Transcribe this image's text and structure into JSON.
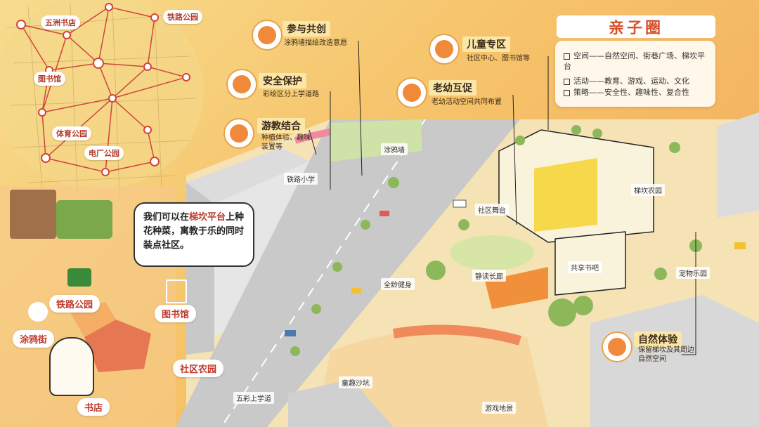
{
  "map": {
    "labels": [
      "五洲书店",
      "铁路公园",
      "图书馆",
      "体育公园",
      "电厂公园"
    ]
  },
  "info_box": {
    "title": "亲子圈",
    "lines": [
      "空间——自然空间、街巷广场、梯坎平台",
      "活动——教育、游戏、运动、文化",
      "策略——安全性、趣味性、复合性"
    ]
  },
  "callouts": [
    {
      "title": "参与共创",
      "desc": "涂鸦墙描绘改造意愿",
      "icon": "people-icon"
    },
    {
      "title": "安全保护",
      "desc": "彩绘区分上学道路",
      "icon": "backpack-icon"
    },
    {
      "title": "游教结合",
      "desc": "种植体验、趣味装置等",
      "icon": "abacus-icon"
    },
    {
      "title": "儿童专区",
      "desc": "社区中心、图书馆等",
      "icon": "child-face-icon"
    },
    {
      "title": "老幼互促",
      "desc": "老幼活动空间共同布置",
      "icon": "elder-child-icon"
    },
    {
      "title": "自然体验",
      "desc": "保留梯坎及其周边自然空间",
      "icon": "flower-icon"
    }
  ],
  "plan_labels": [
    "涂鸦墙",
    "铁路小学",
    "社区舞台",
    "梯坎农园",
    "共享书吧",
    "宠物乐园",
    "全龄健身",
    "静读长廊",
    "童趣沙坑",
    "五彩上学道",
    "游戏地景"
  ],
  "speech": {
    "prefix": "我们可以在",
    "highlight": "梯坎平台",
    "rest": "上种花种菜，寓教于乐的同时装点社区。"
  },
  "places": [
    "铁路公园",
    "图书馆",
    "涂鸦街",
    "社区农园",
    "书店"
  ]
}
